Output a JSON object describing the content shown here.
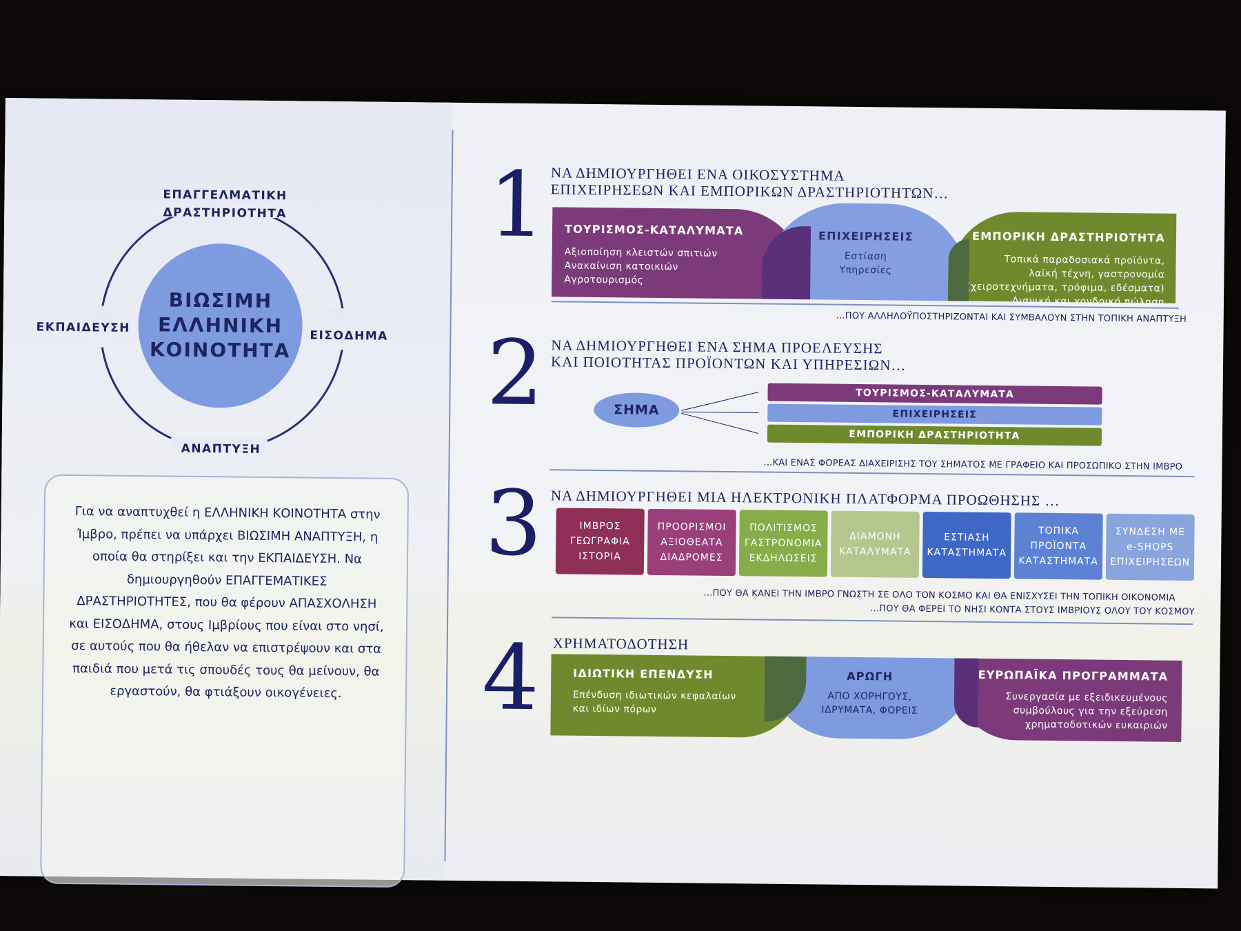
{
  "colors": {
    "purple": "#7c3a7a",
    "blue": "#7e9be0",
    "green": "#6f8a2c",
    "navy": "#1e2460"
  },
  "left": {
    "center": [
      "ΒΙΩΣΙΜΗ",
      "ΕΛΛΗΝΙΚΗ",
      "ΚΟΙΝΟΤΗΤΑ"
    ],
    "top_label_1": "ΕΠΑΓΓΕΛΜΑΤΙΚΗ",
    "top_label_2": "ΔΡΑΣΤΗΡΙΟΤΗΤΑ",
    "left_label": "ΕΚΠΑΙΔΕΥΣΗ",
    "right_label": "ΕΙΣΟΔΗΜΑ",
    "bottom_label": "ΑΝΑΠΤΥΞΗ",
    "paragraph": "Για να αναπτυχθεί η ΕΛΛΗΝΙΚΗ ΚΟΙΝΟΤΗΤΑ στην Ίμβρο, πρέπει να υπάρχει ΒΙΩΣΙΜΗ ΑΝΑΠΤΥΞΗ, η οποία θα στηρίξει και την ΕΚΠΑΙΔΕΥΣΗ. Να δημιουργηθούν ΕΠΑΓΓΕΜΑΤΙΚΕΣ ΔΡΑΣΤΗΡΙΟΤΗΤΕΣ, που θα φέρουν ΑΠΑΣΧΟΛΗΣΗ και ΕΙΣΟΔΗΜΑ, στους Ιμβρίους που είναι στο νησί, σε αυτούς που θα ήθελαν να επιστρέψουν και στα παιδιά που μετά τις σπουδές τους θα μείνουν, θα εργαστούν, θα φτιάξουν οικογένειες."
  },
  "s1": {
    "num": "1",
    "heading_1": "ΝΑ ΔΗΜΙΟΥΡΓΗΘΕΙ ΕΝΑ ΟΙΚΟΣΥΣΤΗΜΑ",
    "heading_2": "ΕΠΙΧΕΙΡΗΣΕΩΝ ΚΑΙ ΕΜΠΟΡΙΚΩΝ ΔΡΑΣΤΗΡΙΟΤΗΤΩΝ…",
    "tourism_title": "ΤΟΥΡΙΣΜΟΣ-ΚΑΤΑΛΥΜΑΤΑ",
    "tourism_items": [
      "Αξιοποίηση κλειστών σπιτιών",
      "Ανακαίνιση κατοικιών",
      "Αγροτουρισμός"
    ],
    "business_title": "ΕΠΙΧΕΙΡΗΣΕΙΣ",
    "business_items": [
      "Εστίαση",
      "Υπηρεσίες"
    ],
    "trade_title": "ΕΜΠΟΡΙΚΗ ΔΡΑΣΤΗΡΙΟΤΗΤΑ",
    "trade_items": [
      "Τοπικά παραδοσιακά προϊόντα,",
      "λαϊκή τέχνη, γαστρονομία",
      "(χειροτεχνήματα, τρόφιμα, εδέσματα)",
      "Λιανική και χονδρική πώληση"
    ],
    "caption": "...ΠΟΥ ΑΛΛΗΛΟΫΠΟΣΤΗΡΙΖΟΝΤΑΙ ΚΑΙ ΣΥΜΒΑΛΟΥΝ ΣΤΗΝ ΤΟΠΙΚΗ ΑΝΑΠΤΥΞΗ"
  },
  "s2": {
    "num": "2",
    "heading_1": "ΝΑ ΔΗΜΙΟΥΡΓΗΘΕΙ ΕΝΑ ΣΗΜΑ ΠΡΟΕΛΕΥΣΗΣ",
    "heading_2": "ΚΑΙ ΠΟΙΟΤΗΤΑΣ ΠΡΟΪΟΝΤΩΝ ΚΑΙ ΥΠΗΡΕΣΙΩΝ…",
    "sima": "ΣΗΜΑ",
    "bars": [
      "ΤΟΥΡΙΣΜΟΣ-ΚΑΤΑΛΥΜΑΤΑ",
      "ΕΠΙΧΕΙΡΗΣΕΙΣ",
      "ΕΜΠΟΡΙΚΗ ΔΡΑΣΤΗΡΙΟΤΗΤΑ"
    ],
    "caption": "...ΚΑΙ ΕΝΑΣ ΦΟΡΕΑΣ ΔΙΑΧΕΙΡΙΣΗΣ ΤΟΥ ΣΗΜΑΤΟΣ ΜΕ ΓΡΑΦΕΙΟ ΚΑΙ ΠΡΟΣΩΠΙΚΟ ΣΤΗΝ ΙΜΒΡΟ"
  },
  "s3": {
    "num": "3",
    "heading": "ΝΑ ΔΗΜΙΟΥΡΓΗΘΕΙ ΜΙΑ ΗΛΕΚΤΡΟΝΙΚΗ ΠΛΑΤΦΟΡΜΑ ΠΡΟΩΘΗΣΗΣ …",
    "tiles": [
      {
        "l1": "ΙΜΒΡΟΣ",
        "l2": "ΓΕΩΓΡΑΦΙΑ",
        "l3": "ΙΣΤΟΡΙΑ",
        "color": "#8e2f58"
      },
      {
        "l1": "ΠΡΟΟΡΙΣΜΟΙ",
        "l2": "ΑΞΙΟΘΕΑΤΑ",
        "l3": "ΔΙΑΔΡΟΜΕΣ",
        "color": "#9a3f7a"
      },
      {
        "l1": "ΠΟΛΙΤΙΣΜΟΣ",
        "l2": "ΓΑΣΤΡΟΝΟΜΙΑ",
        "l3": "ΕΚΔΗΛΩΣΕΙΣ",
        "color": "#86ad4a"
      },
      {
        "l1": "ΔΙΑΜΟΝΗ",
        "l2": "ΚΑΤΑΛΥΜΑΤΑ",
        "l3": "",
        "color": "#b3c88f"
      },
      {
        "l1": "ΕΣΤΙΑΣΗ",
        "l2": "ΚΑΤΑΣΤΗΜΑΤΑ",
        "l3": "",
        "color": "#3f67c6"
      },
      {
        "l1": "ΤΟΠΙΚΑ",
        "l2": "ΠΡΟΪΟΝΤΑ",
        "l3": "ΚΑΤΑΣΤΗΜΑΤΑ",
        "color": "#5d82d4"
      },
      {
        "l1": "ΣΥΝΔΕΣΗ ΜΕ",
        "l2": "e-SHOPS",
        "l3": "ΕΠΙΧΕΙΡΗΣΕΩΝ",
        "color": "#8aa4dd"
      }
    ],
    "caption_1": "...ΠΟΥ ΘΑ ΚΑΝΕΙ ΤΗΝ ΙΜΒΡΟ ΓΝΩΣΤΗ ΣΕ ΟΛΟ ΤΟΝ ΚΟΣΜΟ ΚΑΙ ΘΑ ΕΝΙΣΧΥΣΕΙ ΤΗΝ ΤΟΠΙΚΗ ΟΙΚΟΝΟΜΙΑ",
    "caption_2": "...ΠΟΥ ΘΑ ΦΕΡΕΙ ΤΟ ΝΗΣΙ ΚΟΝΤΑ ΣΤΟΥΣ ΙΜΒΡΙΟΥΣ ΟΛΟΥ ΤΟΥ ΚΟΣΜΟΥ"
  },
  "s4": {
    "num": "4",
    "heading": "ΧΡΗΜΑΤΟΔΟΤΗΣΗ",
    "private_title": "ΙΔΙΩΤΙΚΗ ΕΠΕΝΔΥΣΗ",
    "private_items": [
      "Επένδυση ιδιωτικών κεφαλαίων",
      "και ιδίων πόρων"
    ],
    "aid_title": "ΑΡΩΓΗ",
    "aid_items": [
      "ΑΠΟ ΧΟΡΗΓΟΥΣ,",
      "ΙΔΡΥΜΑΤΑ, ΦΟΡΕΙΣ"
    ],
    "eu_title": "ΕΥΡΩΠΑΪΚΑ ΠΡΟΓΡΑΜΜΑΤΑ",
    "eu_items": [
      "Συνεργασία με εξειδικευμένους",
      "συμβούλους για την εξεύρεση",
      "χρηματοδοτικών ευκαιριών"
    ]
  }
}
